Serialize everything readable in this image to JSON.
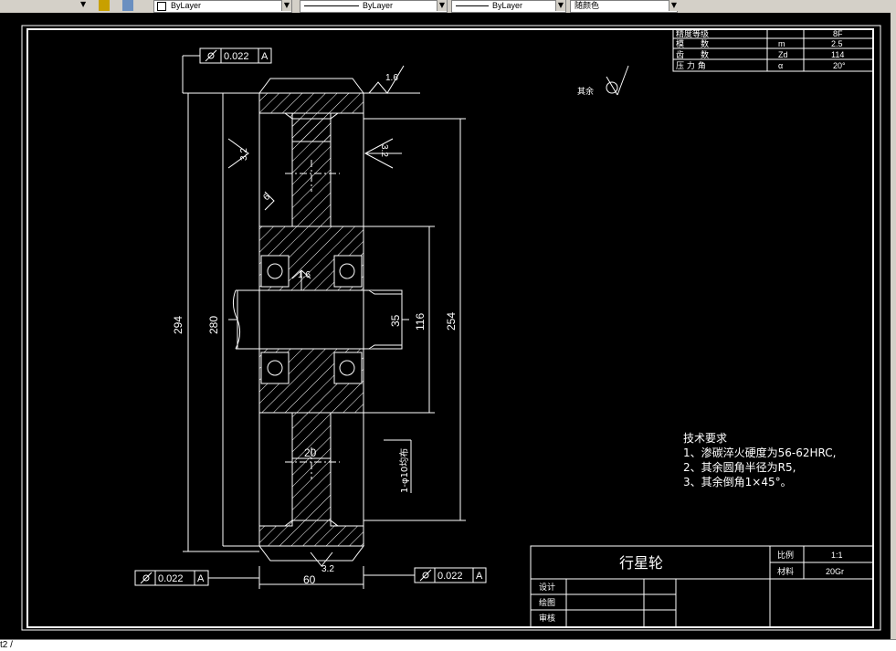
{
  "toolbar": {
    "layer_label": "ByLayer",
    "linetype_label": "ByLayer",
    "lineweight_label": "ByLayer",
    "color_label": "随颜色"
  },
  "statusbar": {
    "tab_label": "t2 /"
  },
  "drawing": {
    "gear_table": [
      {
        "name": "精度等级",
        "symbol": "",
        "value": "8F"
      },
      {
        "name": "模　　数",
        "symbol": "m",
        "value": "2.5"
      },
      {
        "name": "齿　　数",
        "symbol": "Zd",
        "value": "114"
      },
      {
        "name": "压 力 角",
        "symbol": "α",
        "value": "20°"
      }
    ],
    "other_roughness": "其余",
    "tolerances": {
      "top": "0.022",
      "bottom_left": "0.022",
      "bottom_right": "0.022",
      "datum": "A"
    },
    "dims": {
      "d294": "294",
      "d280": "280",
      "d254": "254",
      "d116": "116",
      "d35": "35",
      "d60": "60",
      "d20": "20",
      "holes": "1-φ10均布"
    },
    "roughness": {
      "r16_top": "1.6",
      "r32_left": "3.2",
      "r32_right": "3.2",
      "r16_bore": "1.6",
      "r6": "6",
      "r32_bottom": "3.2"
    },
    "tech": {
      "title": "技术要求",
      "l1": "1、渗碳淬火硬度为56-62HRC,",
      "l2": "2、其余圆角半径为R5,",
      "l3": "3、其余倒角1×45°。"
    },
    "title_block": {
      "part_name": "行星轮",
      "scale_label": "比例",
      "scale_value": "1:1",
      "material_label": "材料",
      "material_value": "20Gr",
      "design": "设计",
      "draw": "绘图",
      "check": "审核"
    }
  }
}
